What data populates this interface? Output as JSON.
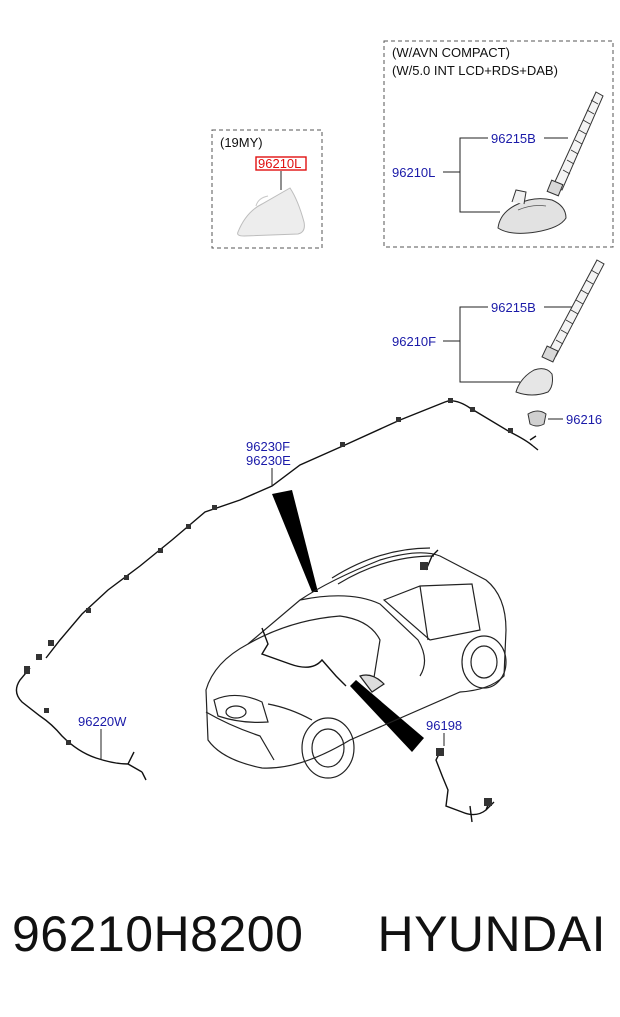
{
  "diagram": {
    "inset_19my": {
      "note": "(19MY)",
      "part": "96210L"
    },
    "inset_avn": {
      "note_line1": "(W/AVN COMPACT)",
      "note_line2": "(W/5.0 INT LCD+RDS+DAB)",
      "antenna_label": "96215B",
      "assembly_label": "96210L"
    },
    "main_antenna_label": "96215B",
    "main_assembly_label": "96210F",
    "grommet_label": "96216",
    "roof_cable_labels": [
      "96230F",
      "96230E"
    ],
    "rear_cable_label": "96220W",
    "front_cable_label": "96198",
    "highlight_color": "#e01010"
  },
  "caption": {
    "part_number": "96210H8200",
    "brand": "HYUNDAI"
  }
}
